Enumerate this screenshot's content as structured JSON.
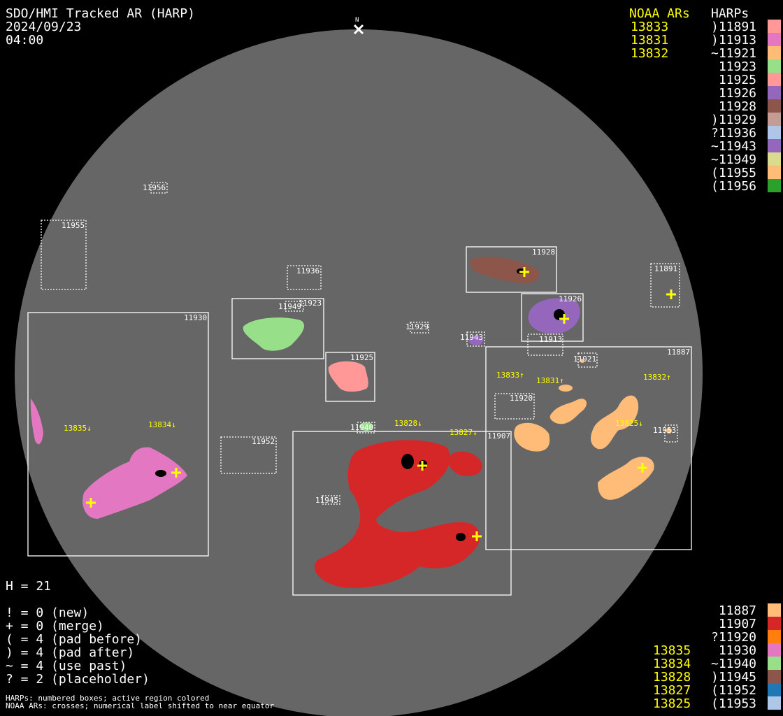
{
  "header": {
    "title": "SDO/HMI Tracked AR (HARP)",
    "date": "2024/09/23",
    "time": "04:00",
    "north_label": "N"
  },
  "legend_top": {
    "noaa_heading": "NOAA ARs",
    "harps_heading": "HARPs",
    "noaa": [
      "13833",
      "13831",
      "13832"
    ],
    "harps": [
      {
        "label": ")11891",
        "color": "#ff9896"
      },
      {
        "label": ")11913",
        "color": "#e377c2"
      },
      {
        "label": "~11921",
        "color": "#ffbb78"
      },
      {
        "label": " 11923",
        "color": "#98df8a"
      },
      {
        "label": " 11925",
        "color": "#ff9896"
      },
      {
        "label": " 11926",
        "color": "#9467bd"
      },
      {
        "label": " 11928",
        "color": "#8c564b"
      },
      {
        "label": ")11929",
        "color": "#c49c94"
      },
      {
        "label": "?11936",
        "color": "#aec7e8"
      },
      {
        "label": "~11943",
        "color": "#9467bd"
      },
      {
        "label": "~11949",
        "color": "#dbdb8d"
      },
      {
        "label": "(11955",
        "color": "#ffbb78"
      },
      {
        "label": "(11956",
        "color": "#2ca02c"
      }
    ]
  },
  "legend_bottom": {
    "noaa": [
      "",
      "",
      "",
      "13835",
      "13834",
      "13828",
      "13827",
      "13825"
    ],
    "harps": [
      {
        "label": " 11887",
        "color": "#ffbb78"
      },
      {
        "label": " 11907",
        "color": "#d62728"
      },
      {
        "label": "?11920",
        "color": "#ff7f0e"
      },
      {
        "label": " 11930",
        "color": "#e377c2"
      },
      {
        "label": "~11940",
        "color": "#98df8a"
      },
      {
        "label": ")11945",
        "color": "#8c564b"
      },
      {
        "label": "(11952",
        "color": "#1f77b4"
      },
      {
        "label": "(11953",
        "color": "#aec7e8"
      }
    ]
  },
  "stats": {
    "count": "H = 21",
    "lines": [
      "! = 0 (new)",
      "+ = 0 (merge)",
      "( = 4 (pad before)",
      ") = 4 (pad after)",
      "~ = 4 (use past)",
      "? = 2 (placeholder)"
    ],
    "note1": "HARPs: numbered boxes; active region colored",
    "note2": "NOAA ARs: crosses; numerical label shifted to near equator"
  },
  "disk": {
    "harp_boxes": [
      "11956",
      "11955",
      "11936",
      "11928",
      "11891",
      "11926",
      "11923",
      "11949",
      "11930",
      "11929",
      "11943",
      "11913",
      "11887",
      "11921",
      "11925",
      "11920",
      "11940",
      "11952",
      "11953",
      "11907",
      "11945"
    ],
    "noaa_labels": [
      "13833↑",
      "13831↑",
      "13832↑",
      "13835↓",
      "13834↓",
      "13828↓",
      "13827↓",
      "13825↓"
    ]
  }
}
